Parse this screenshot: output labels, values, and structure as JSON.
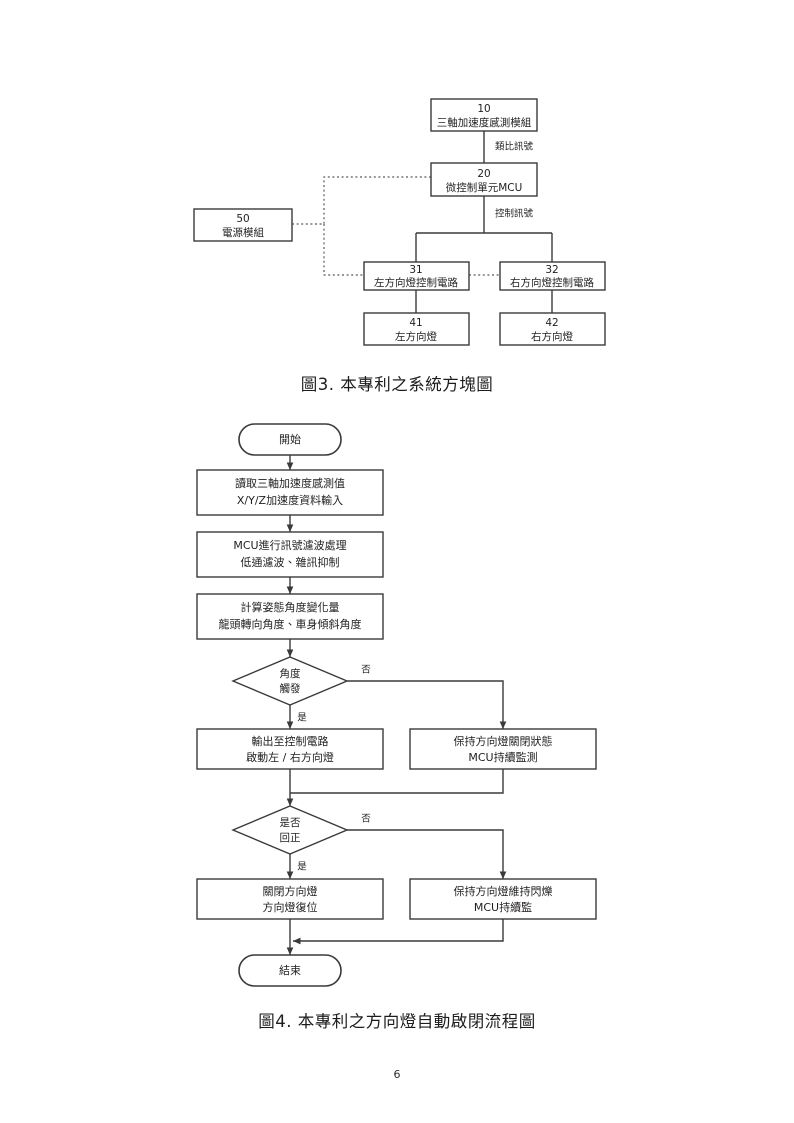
{
  "document": {
    "page_number": "6",
    "language": "zh-Hant"
  },
  "figure3": {
    "caption": "圖3. 本專利之系統方塊圖",
    "blocks": [
      {
        "ref": "10",
        "label": "三軸加速度感測模組"
      },
      {
        "ref": "20",
        "label": "微控制單元MCU"
      },
      {
        "ref": "50",
        "label": "電源模組"
      },
      {
        "ref": "31",
        "label": "左方向燈控制電路"
      },
      {
        "ref": "32",
        "label": "右方向燈控制電路"
      },
      {
        "ref": "41",
        "label": "左方向燈"
      },
      {
        "ref": "42",
        "label": "右方向燈"
      }
    ],
    "edge_labels": [
      {
        "id": "analog",
        "text": "類比訊號"
      },
      {
        "id": "control",
        "text": "控制訊號"
      }
    ]
  },
  "figure4": {
    "caption": "圖4. 本專利之方向燈自動啟閉流程圖",
    "start": "開始",
    "end": "結束",
    "steps": [
      {
        "id": "read",
        "line1": "讀取三軸加速度感測值",
        "line2": "X/Y/Z加速度資料輸入"
      },
      {
        "id": "filter",
        "line1": "MCU進行訊號濾波處理",
        "line2": "低通濾波、雜訊抑制"
      },
      {
        "id": "angle",
        "line1": "計算姿態角度變化量",
        "line2": "龍頭轉向角度、車身傾斜角度"
      },
      {
        "id": "output-on",
        "line1": "輸出至控制電路",
        "line2": "啟動左 / 右方向燈"
      },
      {
        "id": "keep-off",
        "line1": "保持方向燈關閉狀態",
        "line2": "MCU持續監測"
      },
      {
        "id": "turn-off",
        "line1": "關閉方向燈",
        "line2": "方向燈復位"
      },
      {
        "id": "keep-blink",
        "line1": "保持方向燈維持閃爍",
        "line2": "MCU持續監"
      }
    ],
    "decisions": [
      {
        "id": "angle-trigger",
        "line1": "角度",
        "line2": "觸發",
        "yes": "是",
        "no": "否"
      },
      {
        "id": "return-center",
        "line1": "是否",
        "line2": "回正",
        "yes": "是",
        "no": "否"
      }
    ]
  }
}
